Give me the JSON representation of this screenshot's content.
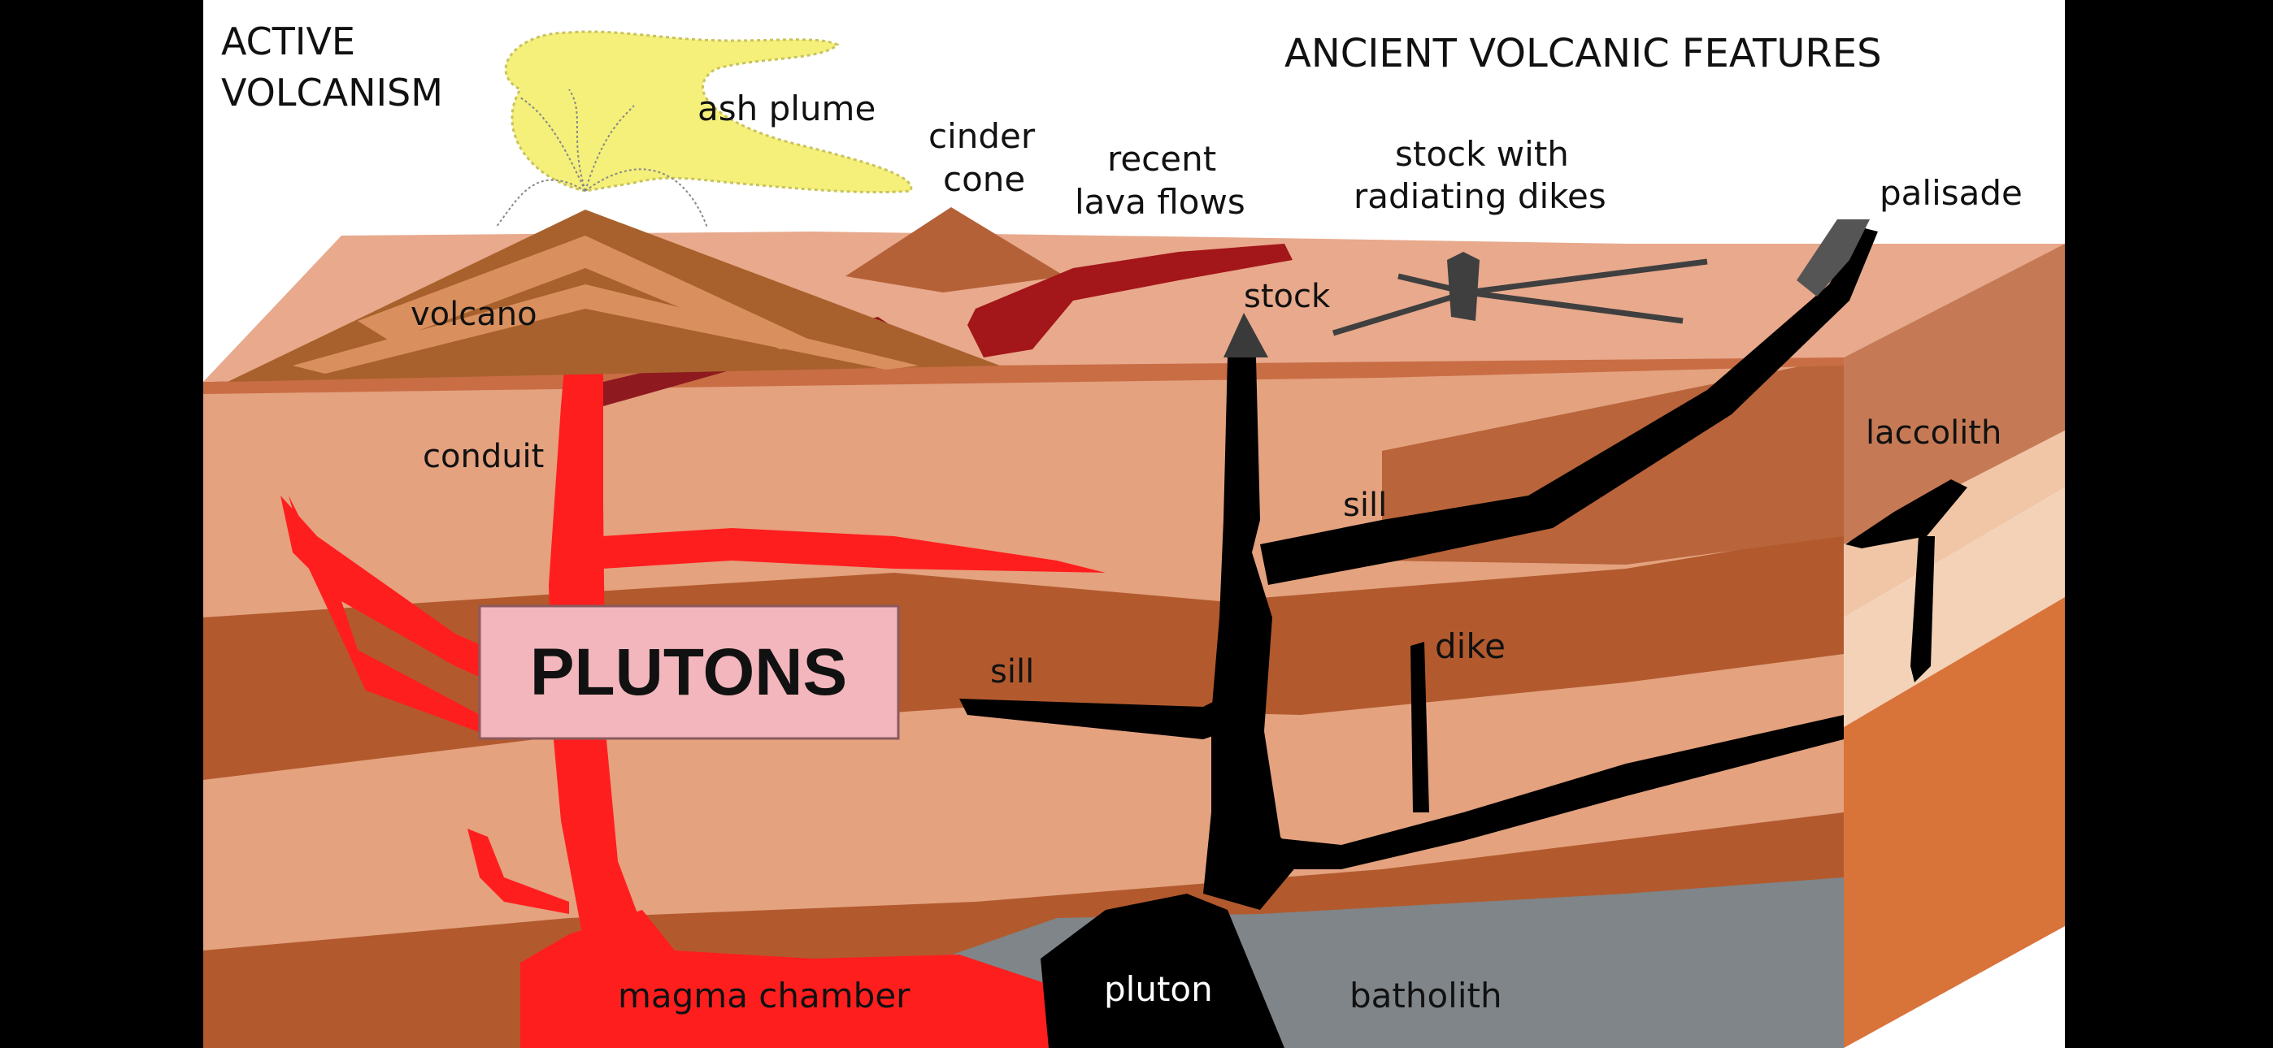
{
  "headings": {
    "active_line1": "ACTIVE",
    "active_line2": "VOLCANISM",
    "ancient": "ANCIENT VOLCANIC FEATURES"
  },
  "labels": {
    "ash_plume": "ash plume",
    "cinder_line1": "cinder",
    "cinder_line2": "cone",
    "recent_line1": "recent",
    "recent_line2": "lava flows",
    "stock_dikes_line1": "stock with",
    "stock_dikes_line2": "radiating dikes",
    "palisade": "palisade",
    "volcano": "volcano",
    "stock": "stock",
    "laccolith": "laccolith",
    "conduit": "conduit",
    "sill_upper": "sill",
    "sill_lower": "sill",
    "dike": "dike",
    "magma_chamber": "magma chamber",
    "pluton": "pluton",
    "batholith": "batholith"
  },
  "banner": {
    "text": "PLUTONS"
  },
  "colors": {
    "surface": "#E8A98C",
    "layer_light": "#E4A27F",
    "layer_mid": "#C96D45",
    "layer_dark": "#B25A2E",
    "side_face": "#D8733A",
    "side_face_light": "#F0C6A6",
    "magma": "#FF1E1E",
    "intrusion": "#000000",
    "batholith": "#7F8588",
    "ash": "#F5F07A",
    "volcano": "#A8612C",
    "lava_flow": "#A3161A",
    "banner_fill": "#F2B6BC"
  }
}
